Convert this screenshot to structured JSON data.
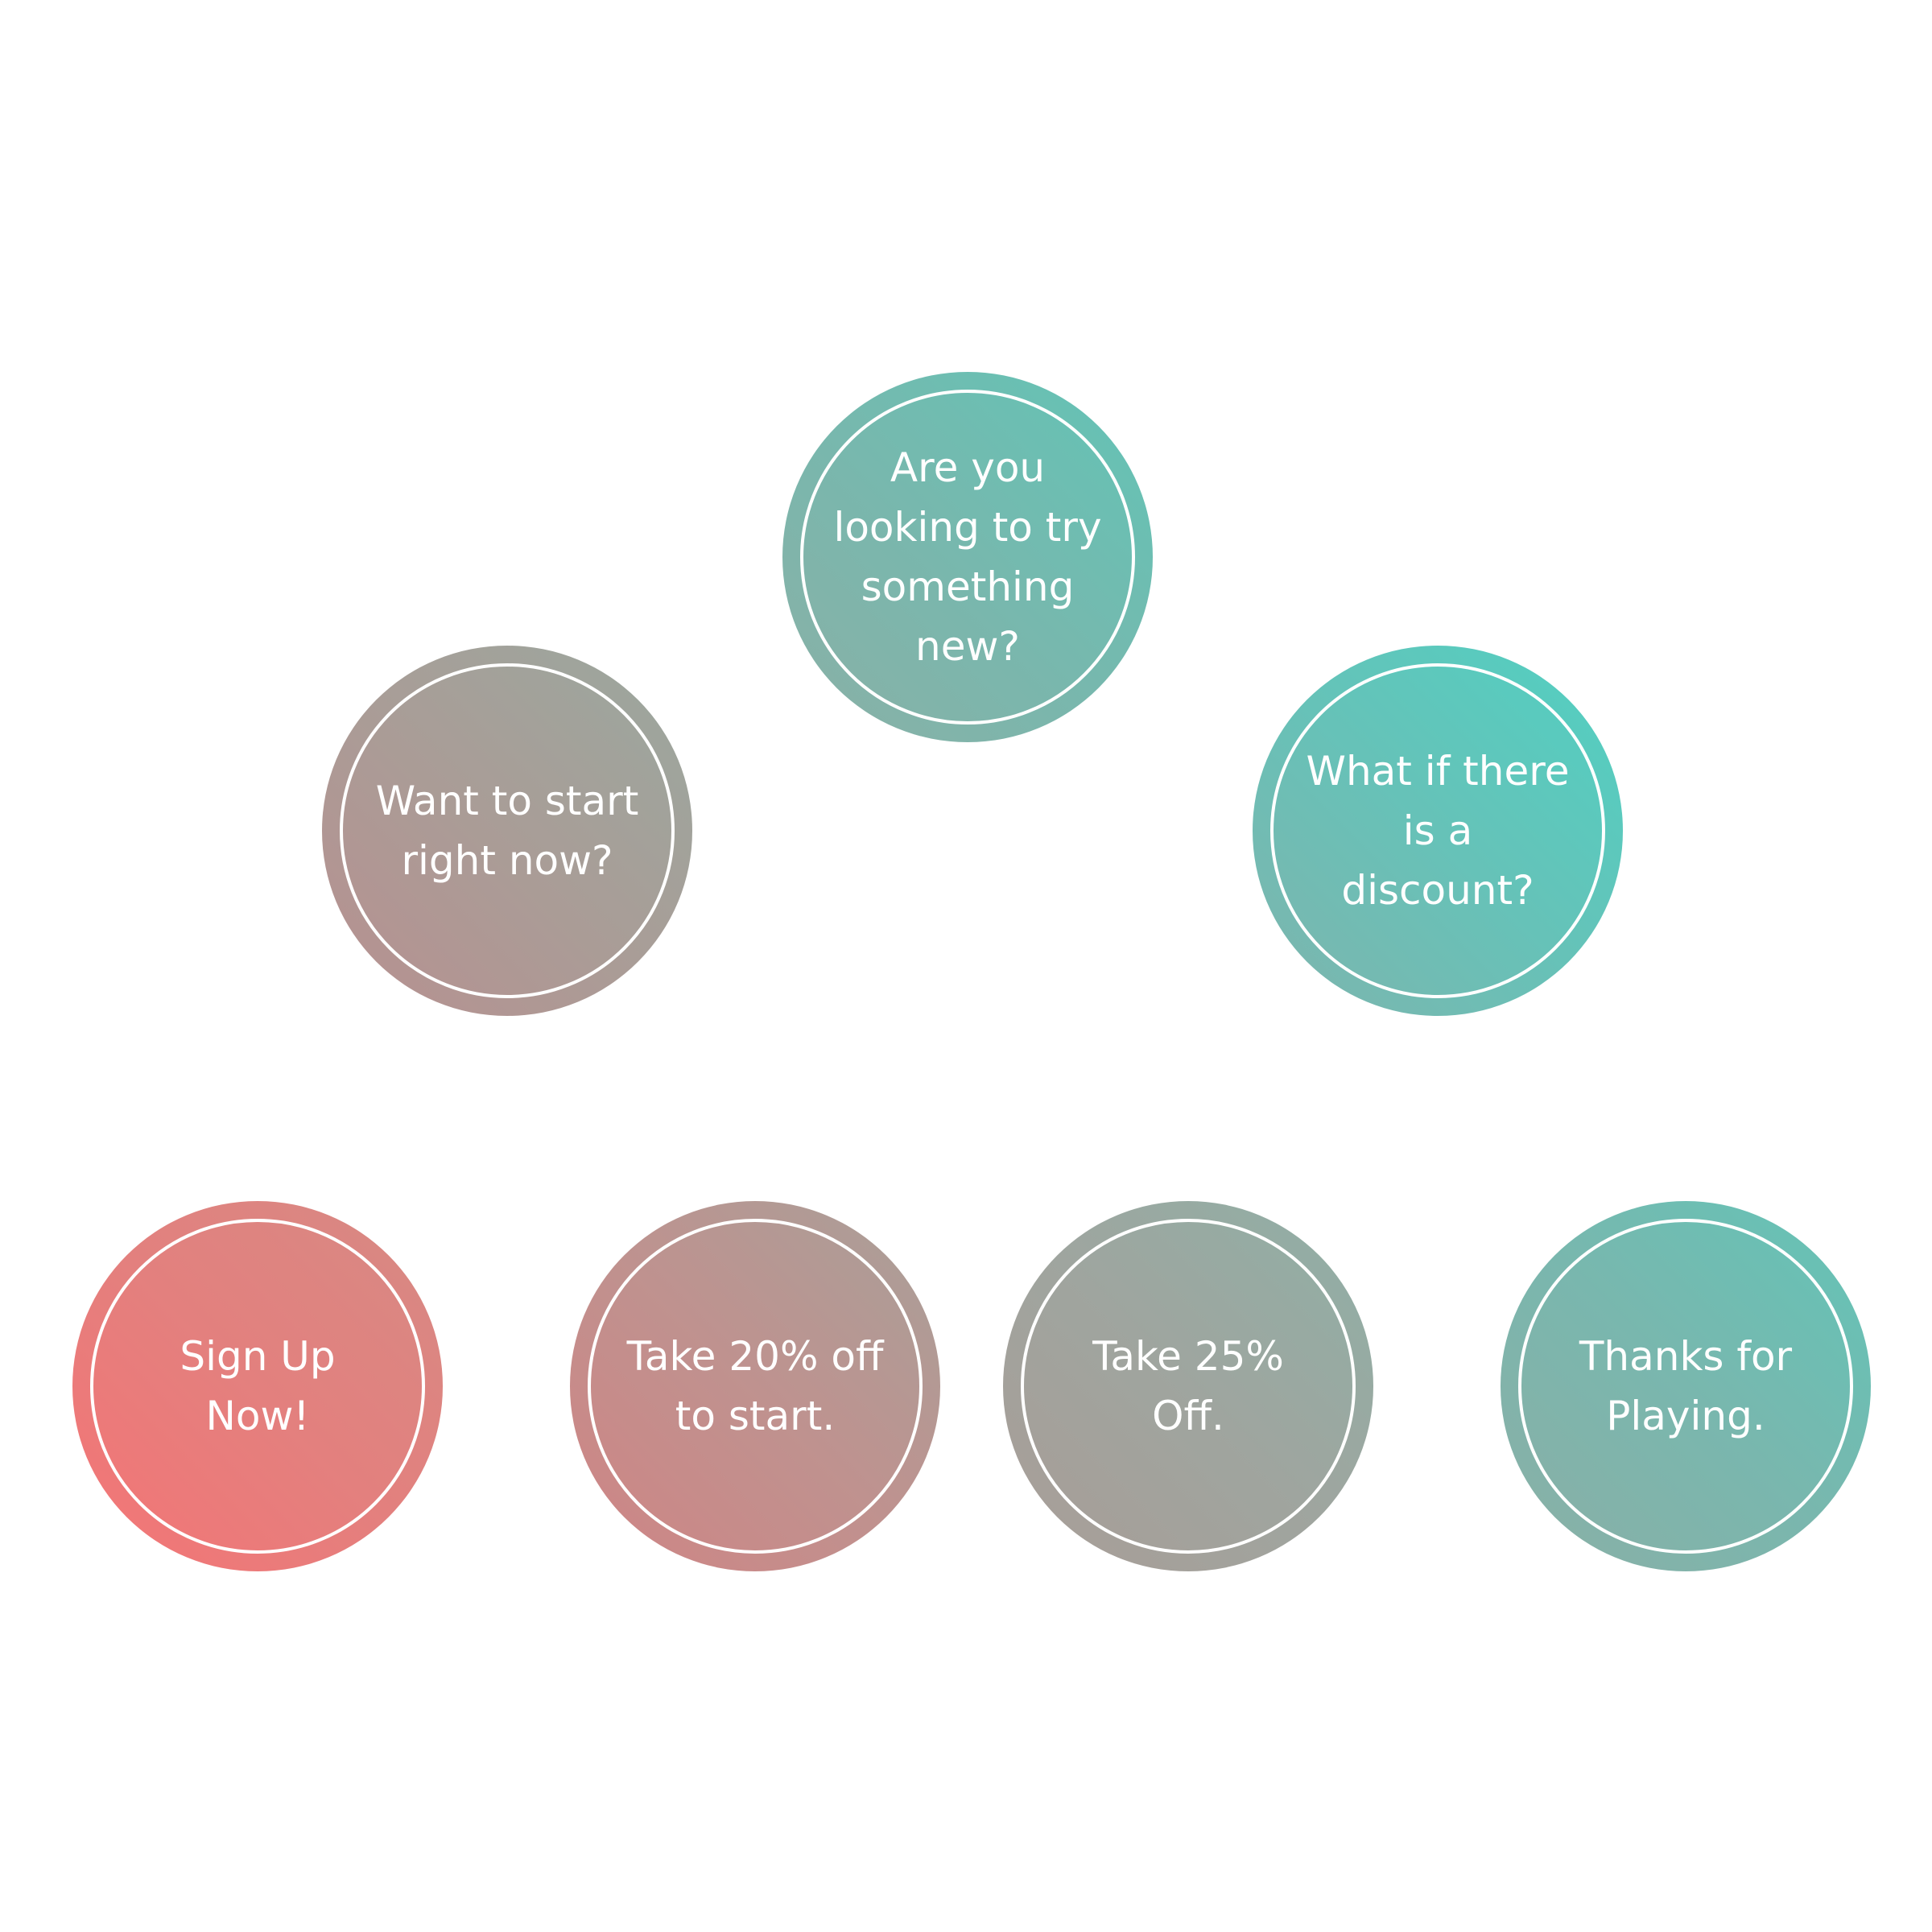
{
  "nodes": {
    "root": {
      "text": "Are you\nlooking to try\nsomething\nnew?",
      "color": "#6fbcb1"
    },
    "left": {
      "text": "Want to start\nright now?",
      "color": "#a9a09a"
    },
    "right": {
      "text": "What if there\nis a discount?",
      "color": "#5fc7bb"
    },
    "leaf1": {
      "text": "Sign Up\nNow!",
      "color": "#ea7a7a"
    },
    "leaf2": {
      "text": "Take 20% off\nto start.",
      "color": "#c18f8c"
    },
    "leaf3": {
      "text": "Take 25%\nOff.",
      "color": "#9ea79f"
    },
    "leaf4": {
      "text": "Thanks for\nPlaying.",
      "color": "#70bdb1"
    }
  }
}
